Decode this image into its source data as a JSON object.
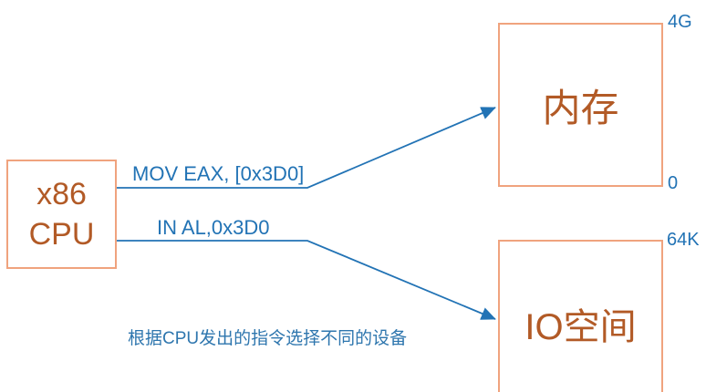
{
  "colors": {
    "blue": "#2273b5",
    "border-orange": "#f0a37e",
    "text-brown": "#b25a26"
  },
  "cpu_box": {
    "line1": "x86",
    "line2": "CPU"
  },
  "memory_box": {
    "label": "内存",
    "top_marker": "4G",
    "bottom_marker": "0"
  },
  "io_box": {
    "label_latin": "IO",
    "label_cjk": "空间",
    "top_marker": "64K"
  },
  "arrows": {
    "to_memory_label": "MOV EAX, [0x3D0]",
    "to_io_label": "IN AL,0x3D0"
  },
  "caption": "根据CPU发出的指令选择不同的设备"
}
